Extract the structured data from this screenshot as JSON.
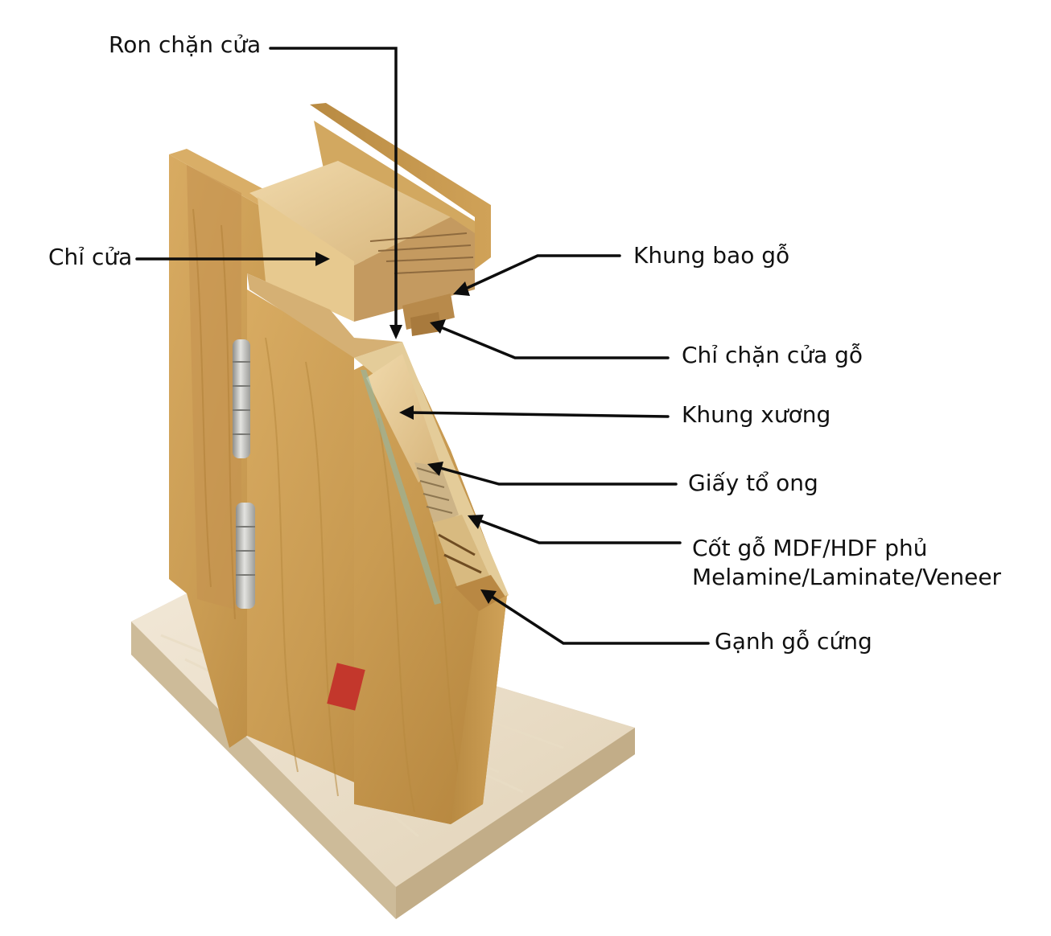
{
  "colors": {
    "oak": "#c99b52",
    "oak_dark": "#9b6f30",
    "pine": "#e8cf9f",
    "base": "#ede2cf",
    "steel": "#b4b4b0",
    "leader": "#0d0d0d"
  },
  "labels": {
    "ron_chan_cua": "Ron chặn cửa",
    "chi_cua": "Chỉ cửa",
    "khung_bao_go": "Khung bao gỗ",
    "chi_chan_cua_go": "Chỉ chặn cửa gỗ",
    "khung_xuong": "Khung xương",
    "giay_to_ong": "Giấy tổ ong",
    "cot_go": "Cốt gỗ MDF/HDF phủ Melamine/Laminate/Veneer",
    "ganh_go_cung": "Gạnh gỗ cứng"
  }
}
